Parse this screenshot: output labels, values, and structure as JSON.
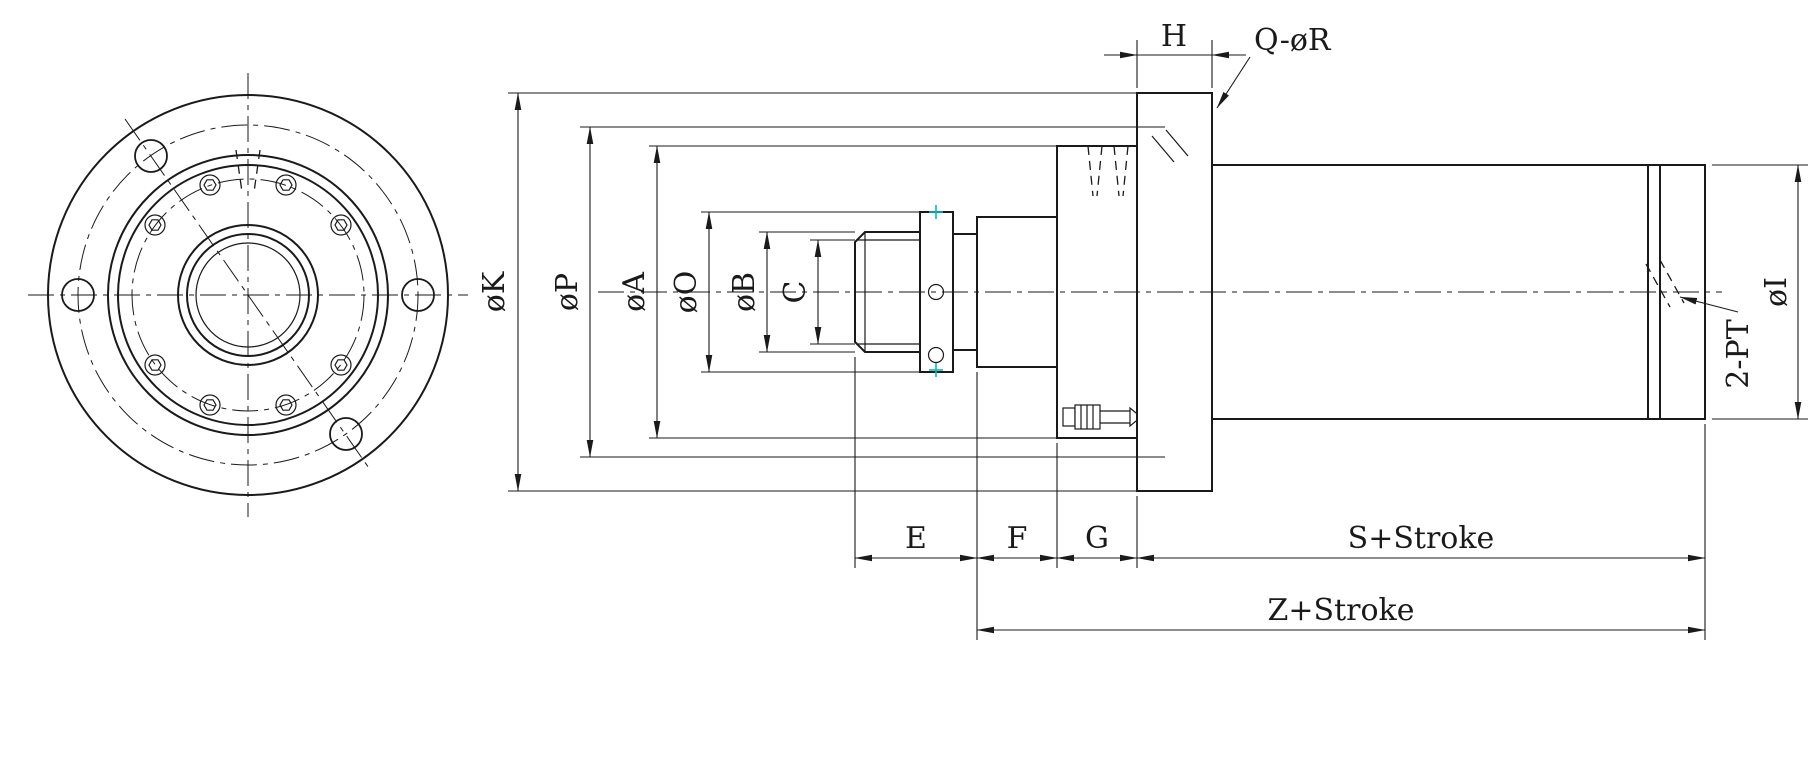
{
  "drawing": {
    "labels": {
      "k": "øK",
      "p": "øP",
      "a": "øA",
      "o": "øO",
      "b": "øB",
      "c": "C",
      "h": "H",
      "qr": "Q-øR",
      "i": "øI",
      "pt": "2-PT",
      "e": "E",
      "f": "F",
      "g": "G",
      "s": "S+Stroke",
      "z": "Z+Stroke"
    },
    "colors": {
      "line": "#1a1a1a",
      "background": "#ffffff",
      "point_marker": "#00bcbc"
    }
  }
}
